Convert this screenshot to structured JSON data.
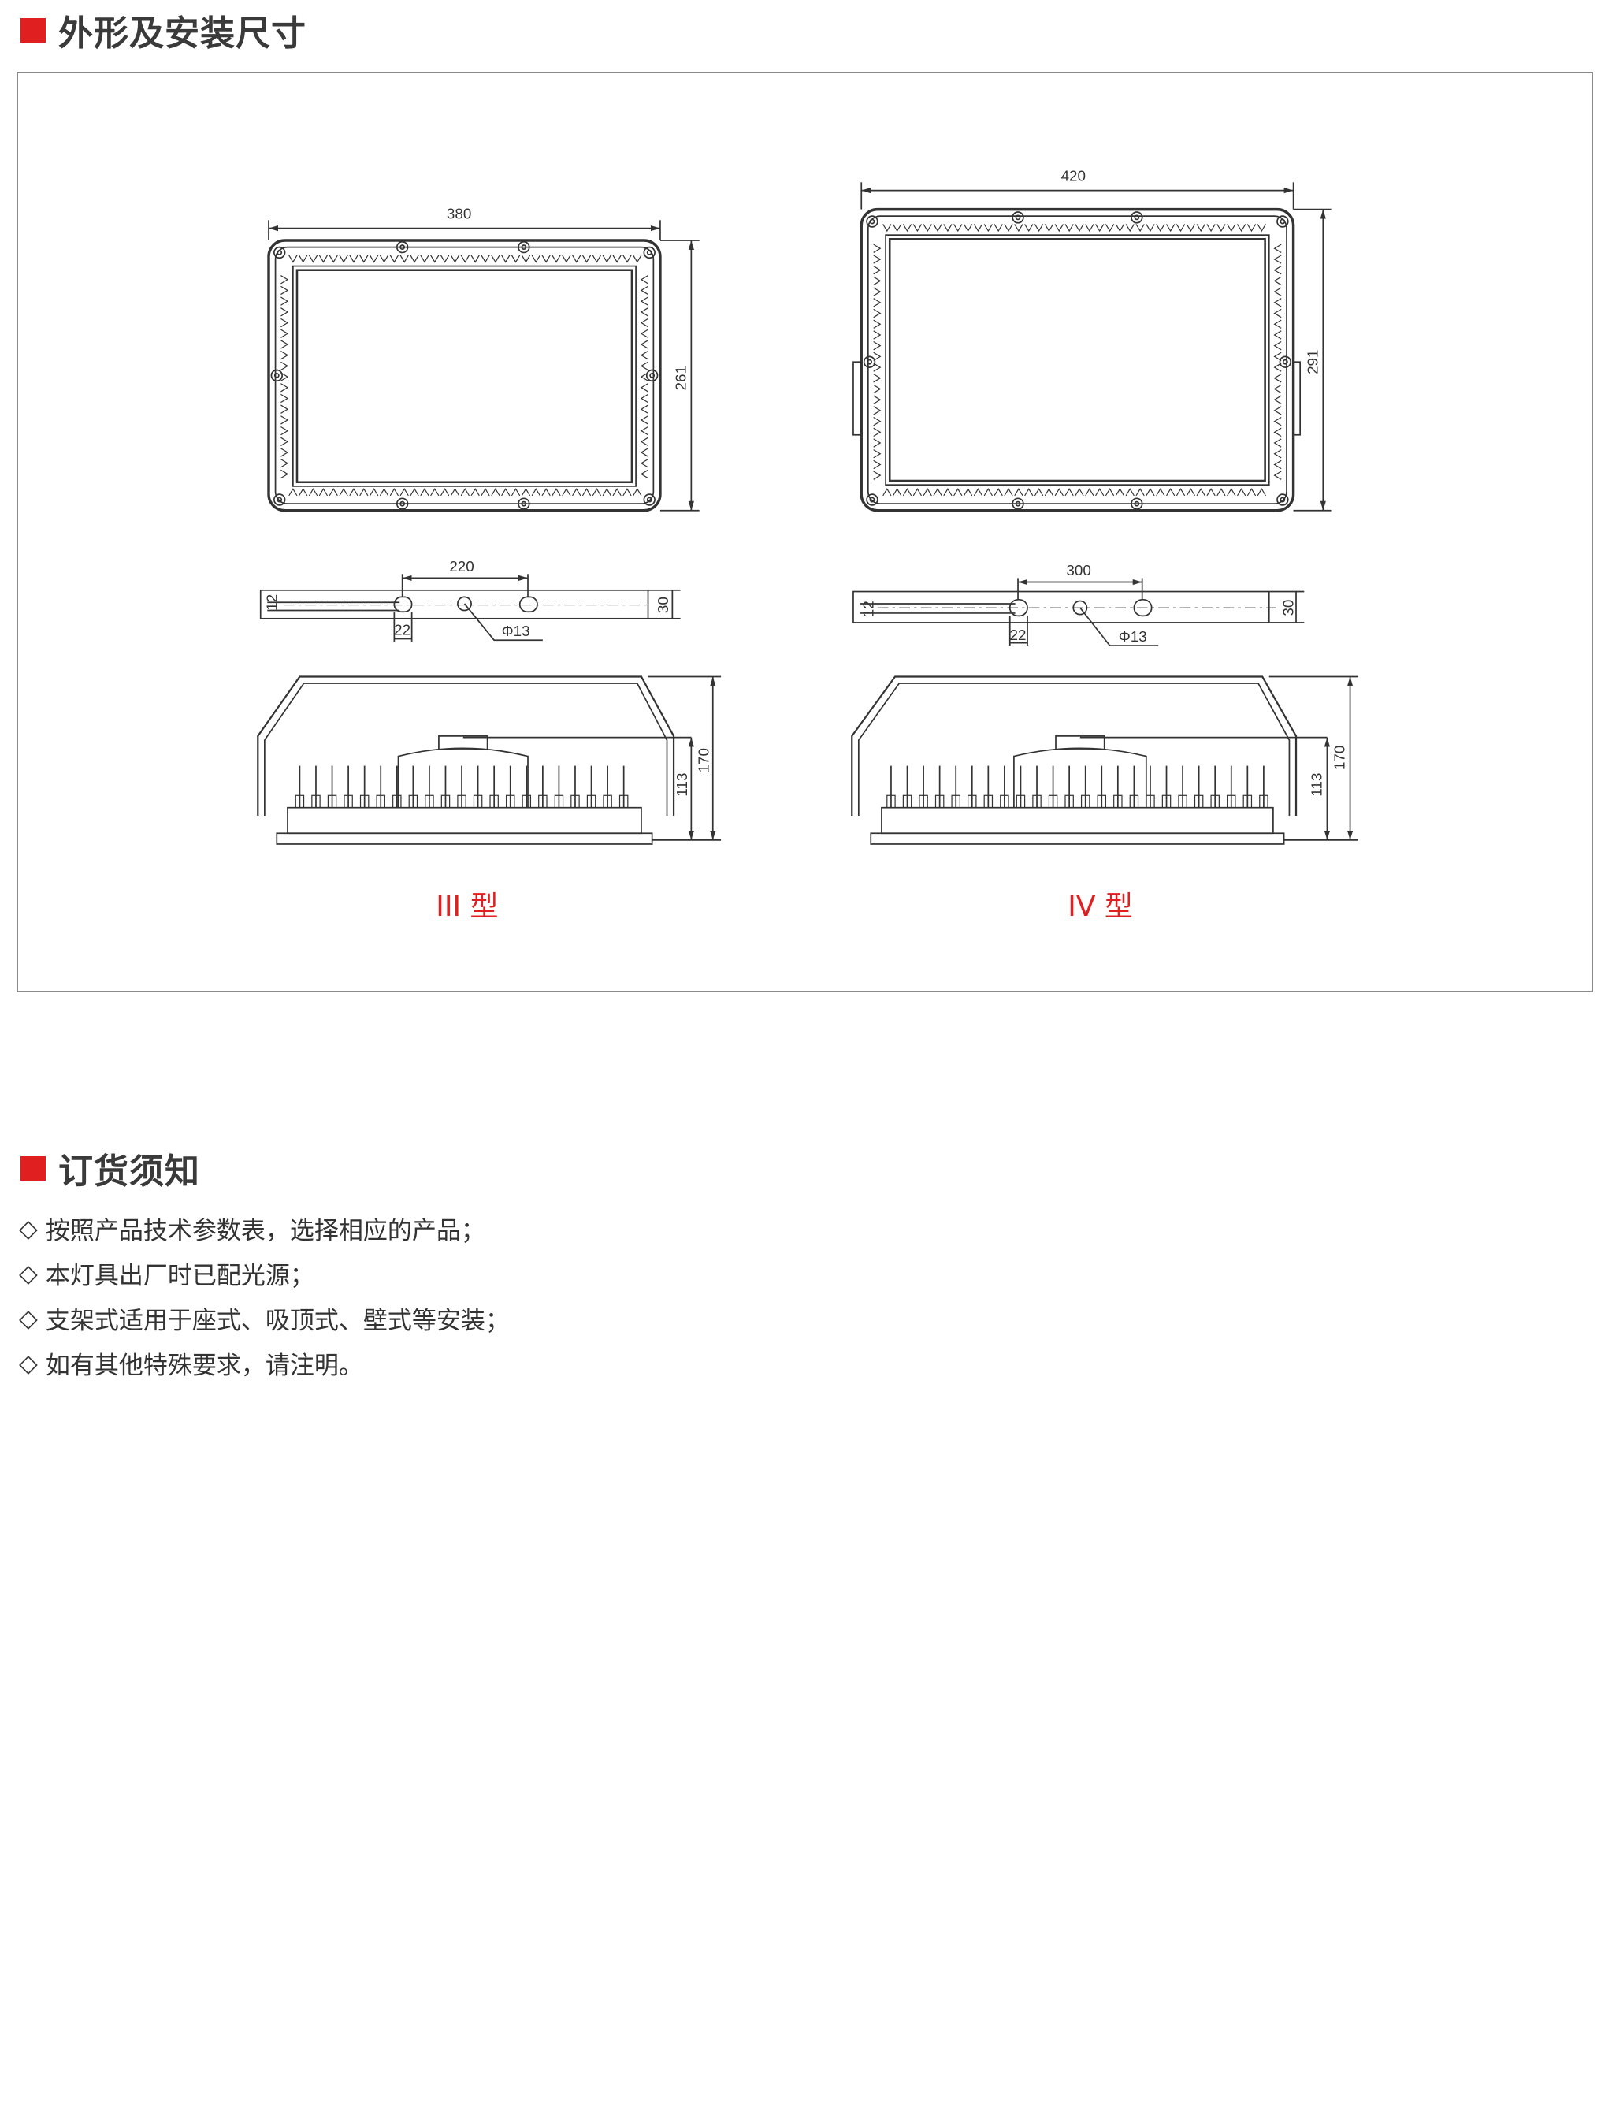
{
  "section1": {
    "title": "外形及安装尺寸"
  },
  "drawing": {
    "type3": {
      "label": "III 型",
      "width": "380",
      "height": "261",
      "hole_spacing": "220",
      "slot": "22",
      "hole": "Φ13",
      "bracket_height": "30",
      "bracket_offset": "12",
      "depth_small": "113",
      "depth_total": "170"
    },
    "type4": {
      "label": "IV 型",
      "width": "420",
      "height": "291",
      "hole_spacing": "300",
      "slot": "22",
      "hole": "Φ13",
      "bracket_height": "30",
      "bracket_offset": "12",
      "depth_small": "113",
      "depth_total": "170"
    }
  },
  "section2": {
    "title": "订货须知"
  },
  "notes": [
    {
      "bullet": "◇",
      "text": "按照产品技术参数表，选择相应的产品；"
    },
    {
      "bullet": "◇",
      "text": "本灯具出厂时已配光源；"
    },
    {
      "bullet": "◇",
      "text": "支架式适用于座式、吸顶式、壁式等安装；"
    },
    {
      "bullet": "◇",
      "text": "如有其他特殊要求，请注明。"
    }
  ],
  "colors": {
    "accent": "#e02020",
    "text": "#333333",
    "frame": "#8a8a8a"
  }
}
